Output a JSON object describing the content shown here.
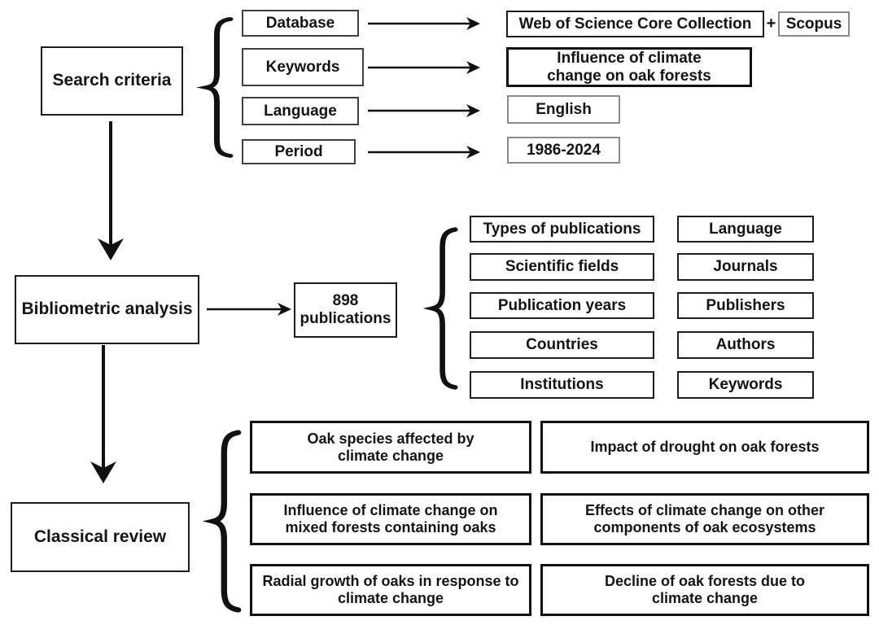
{
  "stages": {
    "search": "Search criteria",
    "bibliometric": "Bibliometric analysis",
    "review": "Classical review"
  },
  "search_criteria": {
    "rows": [
      {
        "label": "Database"
      },
      {
        "label": "Keywords"
      },
      {
        "label": "Language"
      },
      {
        "label": "Period"
      }
    ],
    "database_value": "Web of Science Core Collection",
    "plus": "+",
    "database_extra": "Scopus",
    "keywords_value": "Influence of climate\nchange on oak forests",
    "language_value": "English",
    "period_value": "1986-2024"
  },
  "bibliometric": {
    "result": "898\npublications",
    "aspects_left": [
      "Types of publications",
      "Scientific fields",
      "Publication years",
      "Countries",
      "Institutions"
    ],
    "aspects_right": [
      "Language",
      "Journals",
      "Publishers",
      "Authors",
      "Keywords"
    ]
  },
  "review": {
    "topics_left": [
      "Oak species affected by\nclimate change",
      "Influence of climate change on\nmixed forests containing oaks",
      "Radial growth of oaks in response to\nclimate change"
    ],
    "topics_right": [
      "Impact of drought on oak forests",
      "Effects of climate change on other\ncomponents of oak ecosystems",
      "Decline of oak forests due to\nclimate change"
    ]
  },
  "colors": {
    "ink": "#111111",
    "light_border": "#8a8a8a"
  }
}
